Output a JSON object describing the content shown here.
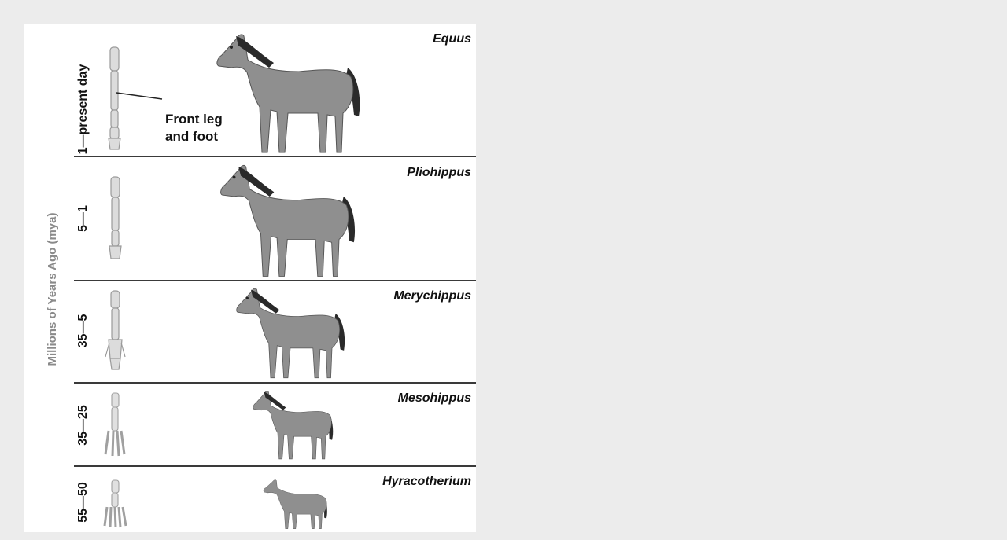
{
  "figure": {
    "y_axis_label": "Millions of Years Ago (mya)",
    "callout_line1": "Front leg",
    "callout_line2": "and foot",
    "rows": [
      {
        "era": "1—present day",
        "genus": "Equus"
      },
      {
        "era": "5—1",
        "genus": "Pliohippus"
      },
      {
        "era": "35—5",
        "genus": "Merychippus"
      },
      {
        "era": "35—25",
        "genus": "Mesohippus"
      },
      {
        "era": "55—50",
        "genus": "Hyracotherium"
      }
    ]
  },
  "colors": {
    "viewer_bg": "#ececec",
    "horse_body": "#8f8f8f",
    "horse_mane": "#2a2a2a",
    "bone": "#d8d8d8"
  }
}
